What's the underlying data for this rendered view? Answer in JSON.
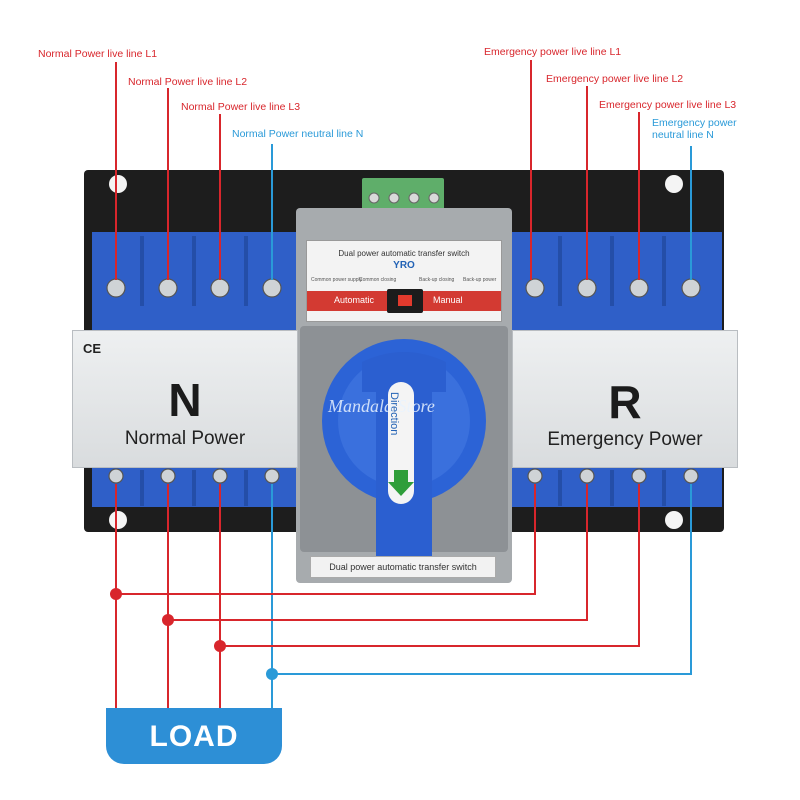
{
  "labels": {
    "normal_l1": "Normal Power live line L1",
    "normal_l2": "Normal Power live line L2",
    "normal_l3": "Normal Power live line L3",
    "normal_n": "Normal Power neutral line N",
    "emergency_l1": "Emergency power live line L1",
    "emergency_l2": "Emergency power live line L2",
    "emergency_l3": "Emergency power live line L3",
    "emergency_n_line1": "Emergency power",
    "emergency_n_line2": "neutral line N"
  },
  "panels": {
    "normal": {
      "ce": "CE",
      "letter": "N",
      "name": "Normal Power"
    },
    "emergency": {
      "letter": "R",
      "name": "Emergency Power"
    }
  },
  "controller": {
    "title": "Dual power automatic transfer switch",
    "brand": "YRO",
    "indicators": [
      "Common power supply",
      "Common closing",
      "Back-up closing",
      "Back-up power"
    ],
    "automatic": "Automatic",
    "manual": "Manual",
    "handle_text": "Direction",
    "bottom_label": "Dual power automatic transfer switch"
  },
  "load": "LOAD",
  "watermark": "Mandala Store",
  "colors": {
    "live": "#d8262c",
    "neutral": "#2a9ad8",
    "body_blue": "#2f5fc8",
    "handle_blue": "#2c63d6"
  }
}
